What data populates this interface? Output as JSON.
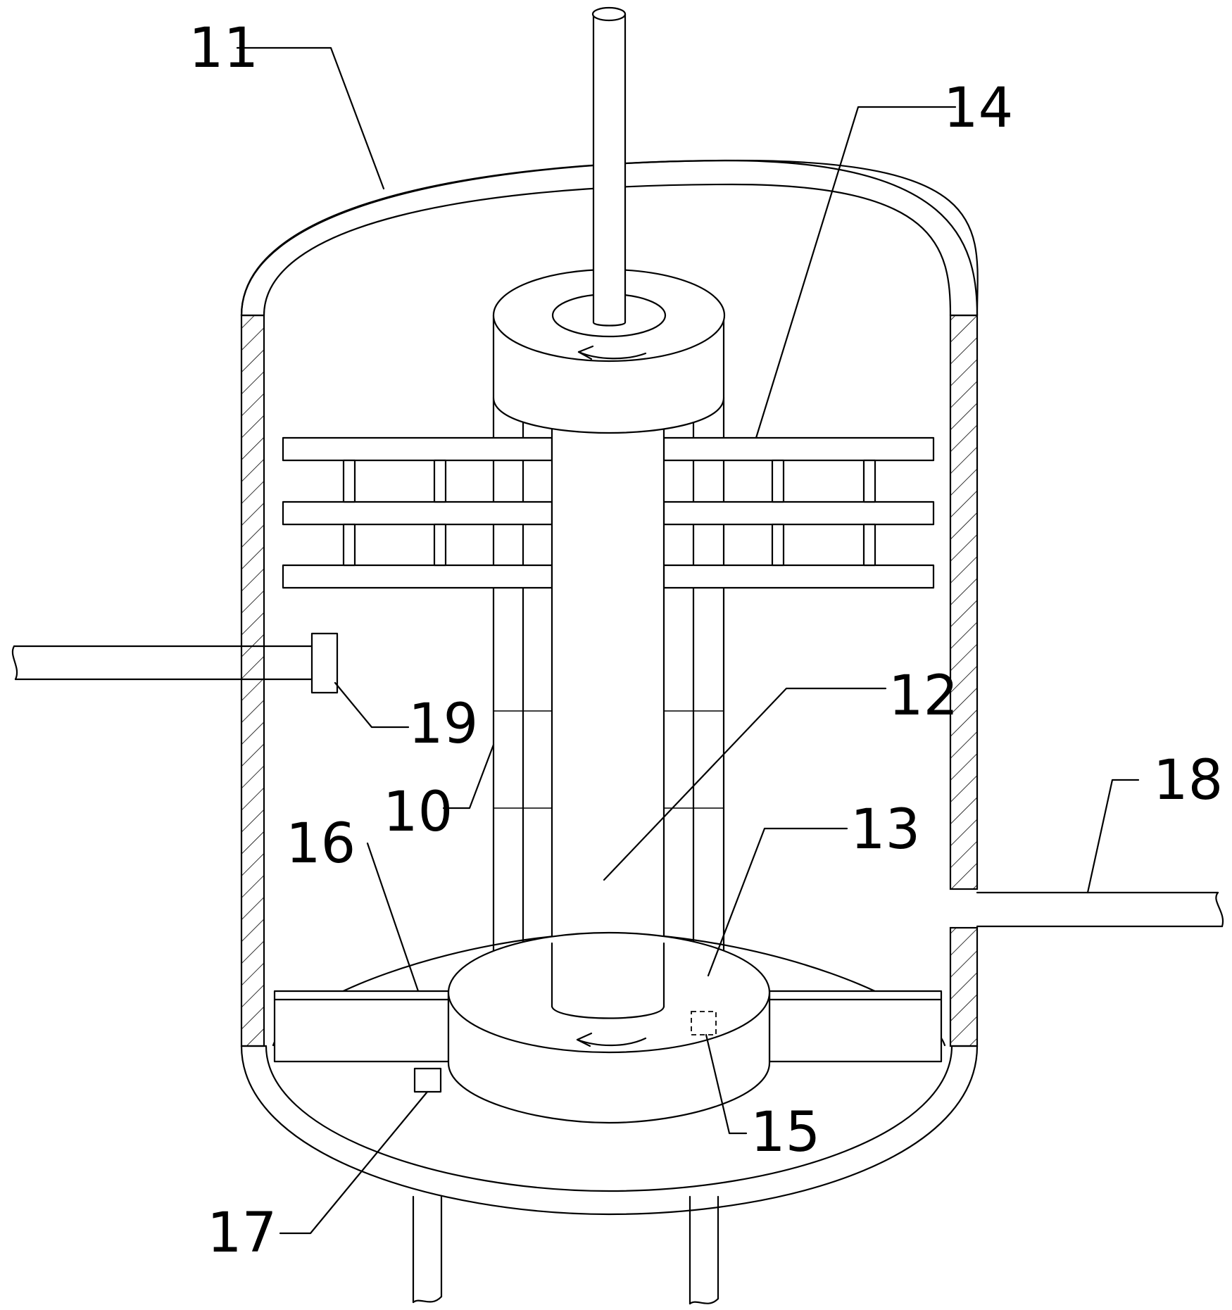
{
  "labels": {
    "l10": "10",
    "l11": "11",
    "l12": "12",
    "l13": "13",
    "l14": "14",
    "l15": "15",
    "l16": "16",
    "l17": "17",
    "l18": "18",
    "l19": "19"
  }
}
